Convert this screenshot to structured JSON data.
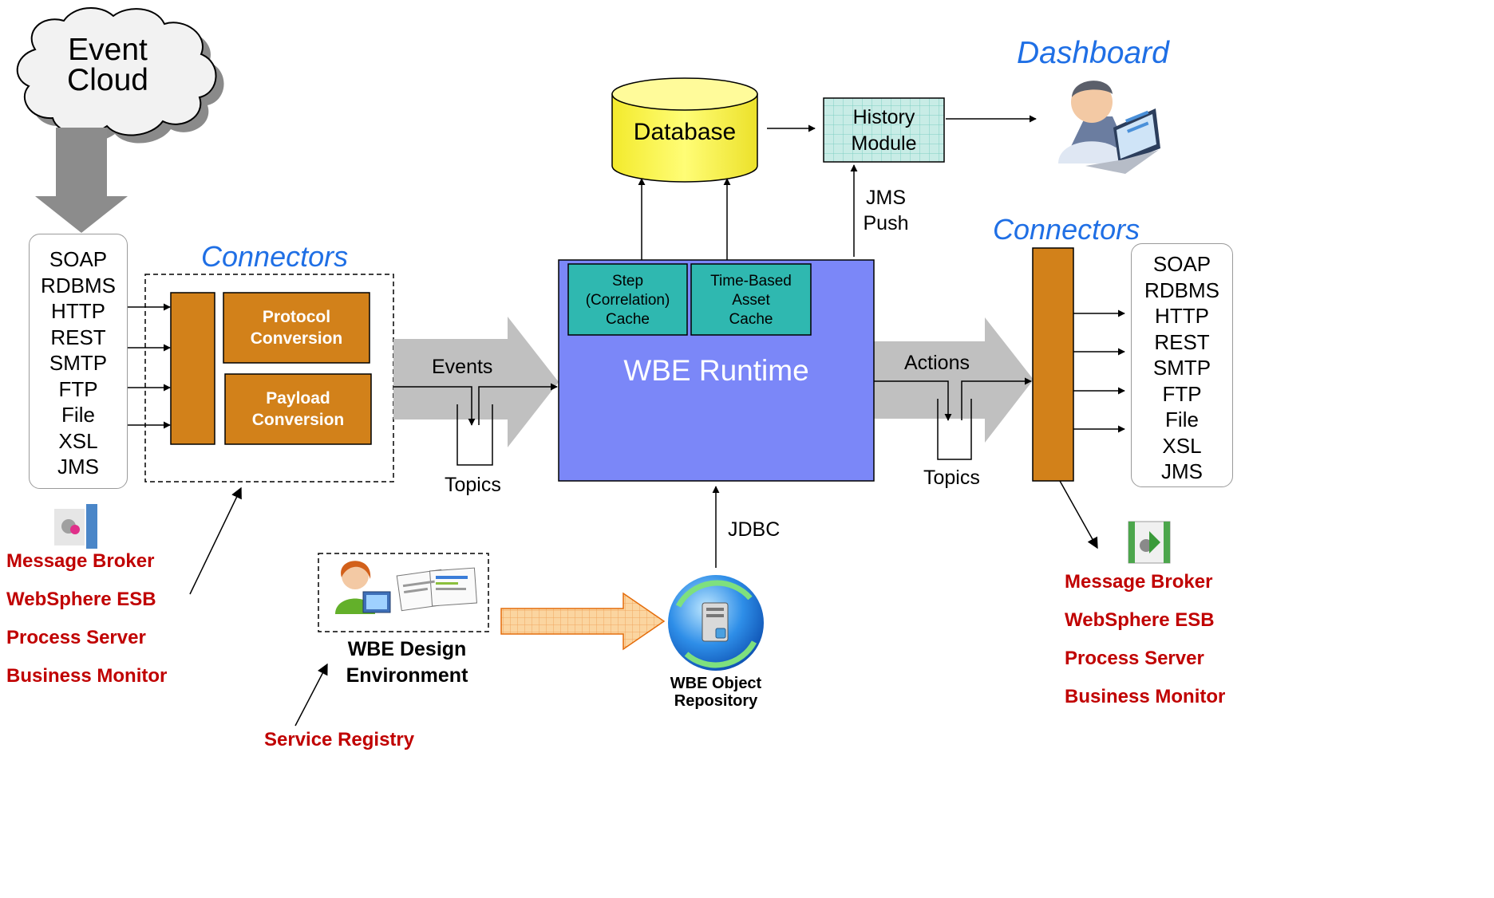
{
  "event_cloud": {
    "label": "Event\nCloud"
  },
  "inbound_protocols": [
    "SOAP",
    "RDBMS",
    "HTTP",
    "REST",
    "SMTP",
    "FTP",
    "File",
    "XSL",
    "JMS"
  ],
  "outbound_protocols": [
    "SOAP",
    "RDBMS",
    "HTTP",
    "REST",
    "SMTP",
    "FTP",
    "File",
    "XSL",
    "JMS"
  ],
  "left_connectors": {
    "title": "Connectors",
    "protocol_conversion": "Protocol\nConversion",
    "payload_conversion": "Payload\nConversion"
  },
  "right_connectors": {
    "title": "Connectors"
  },
  "events_label": "Events",
  "actions_label": "Actions",
  "topics_left": "Topics",
  "topics_right": "Topics",
  "runtime": {
    "label": "WBE Runtime",
    "step_cache": "Step\n(Correlation)\nCache",
    "asset_cache": "Time-Based\nAsset\nCache"
  },
  "database": "Database",
  "history_module": "History\nModule",
  "jms_push": "JMS\nPush",
  "dashboard": "Dashboard",
  "jdbc": "JDBC",
  "design_environment": "WBE Design\nEnvironment",
  "object_repository": "WBE Object\nRepository",
  "service_registry": "Service Registry",
  "left_products": [
    "Message Broker",
    "WebSphere ESB",
    "Process Server",
    "Business Monitor"
  ],
  "right_products": [
    "Message Broker",
    "WebSphere ESB",
    "Process Server",
    "Business Monitor"
  ],
  "colors": {
    "connector_orange": "#d2811a",
    "runtime_blue": "#7b87f8",
    "cache_teal": "#2fb8b0",
    "database_yellow": "#fbf552",
    "history_teal": "#c8ece6",
    "product_red": "#c00000",
    "connectors_blue": "#1f6fe5",
    "flow_gray": "#c0c0c0"
  },
  "icons": {
    "dashboard_user": "user-laptop-icon",
    "design_user": "designer-user-icon",
    "repository": "server-globe-icon",
    "left_broker": "message-broker-icon",
    "right_broker": "broker-mediation-icon"
  }
}
